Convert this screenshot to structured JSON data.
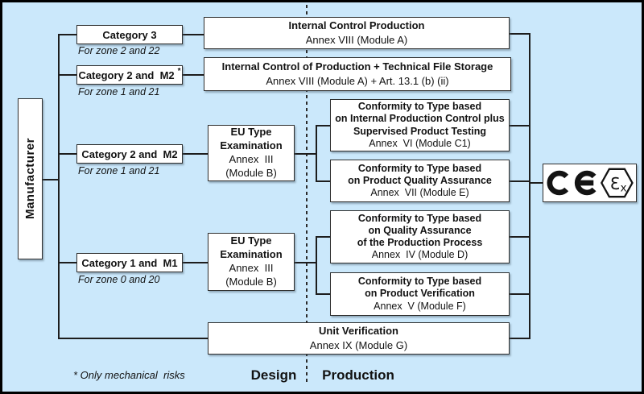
{
  "colors": {
    "background": "#cbe8fb",
    "box_fill": "#ffffff",
    "line": "#1d1d1d",
    "text": "#121212"
  },
  "manufacturer": {
    "label": "Manufacturer"
  },
  "categories": [
    {
      "label": "Category 3",
      "sup": "",
      "zone": "For zone 2 and 22"
    },
    {
      "label": "Category 2 and  M2",
      "sup": "*",
      "zone": "For zone 1 and 21"
    },
    {
      "label": "Category 2 and  M2",
      "sup": "",
      "zone": "For zone 1 and 21"
    },
    {
      "label": "Category 1 and  M1",
      "sup": "",
      "zone": "For zone 0 and 20"
    }
  ],
  "boxes": {
    "internal_control_production": {
      "title_lines": [
        "Internal Control Production"
      ],
      "subtitle_lines": [
        "Annex VIII (Module A)"
      ]
    },
    "internal_control_file_storage": {
      "title_lines": [
        "Internal Control of Production + Technical File Storage"
      ],
      "subtitle_lines": [
        "Annex VIII (Module A) + Art. 13.1 (b) (ii)"
      ]
    },
    "eu_type_exam_1": {
      "title_lines": [
        "EU Type",
        "Examination"
      ],
      "subtitle_lines": [
        "Annex  III",
        "(Module B)"
      ]
    },
    "eu_type_exam_2": {
      "title_lines": [
        "EU Type",
        "Examination"
      ],
      "subtitle_lines": [
        "Annex  III",
        "(Module B)"
      ]
    },
    "module_c1": {
      "title_lines": [
        "Conformity to Type based",
        "on Internal Production Control plus",
        "Supervised Product Testing"
      ],
      "subtitle_lines": [
        "Annex  VI (Module C1)"
      ]
    },
    "module_e": {
      "title_lines": [
        "Conformity to Type based",
        "on Product Quality Assurance"
      ],
      "subtitle_lines": [
        "Annex  VII (Module E)"
      ]
    },
    "module_d": {
      "title_lines": [
        "Conformity to Type based",
        "on Quality Assurance",
        "of the Production Process"
      ],
      "subtitle_lines": [
        "Annex  IV (Module D)"
      ]
    },
    "module_f": {
      "title_lines": [
        "Conformity to Type based",
        "on Product Verification"
      ],
      "subtitle_lines": [
        "Annex  V (Module F)"
      ]
    },
    "unit_verification": {
      "title_lines": [
        "Unit Verification"
      ],
      "subtitle_lines": [
        "Annex IX (Module G)"
      ]
    }
  },
  "phase_labels": {
    "design": "Design",
    "production": "Production"
  },
  "footnote": "* Only mechanical  risks",
  "marking": {
    "ce": "CE",
    "ex_epsilon": "Ɛ",
    "ex_x": "x"
  }
}
